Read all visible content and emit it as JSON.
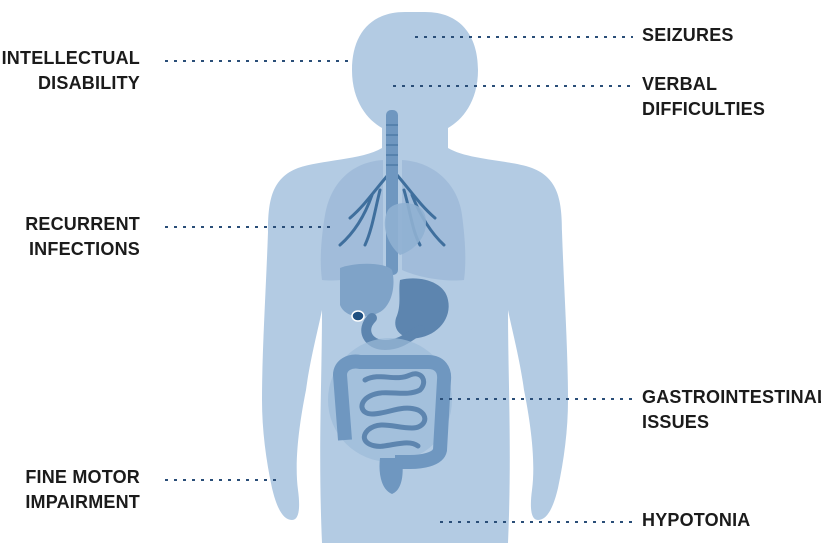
{
  "colors": {
    "body": "#b3cbe3",
    "organ_light": "#9dbad8",
    "organ_mid": "#7fa3c8",
    "organ_dark": "#5d85af",
    "airway": "#3f6f9d",
    "leader": "#2a4e78",
    "text": "#1b1b1b"
  },
  "labels": {
    "intellectual": [
      "INTELLECTUAL",
      "DISABILITY"
    ],
    "recurrent": [
      "RECURRENT",
      "INFECTIONS"
    ],
    "fine_motor": [
      "FINE MOTOR",
      "IMPAIRMENT"
    ],
    "seizures": [
      "SEIZURES"
    ],
    "verbal": [
      "VERBAL",
      "DIFFICULTIES"
    ],
    "gastro": [
      "GASTROINTESTINAL",
      "ISSUES"
    ],
    "hypotonia": [
      "HYPOTONIA"
    ]
  }
}
